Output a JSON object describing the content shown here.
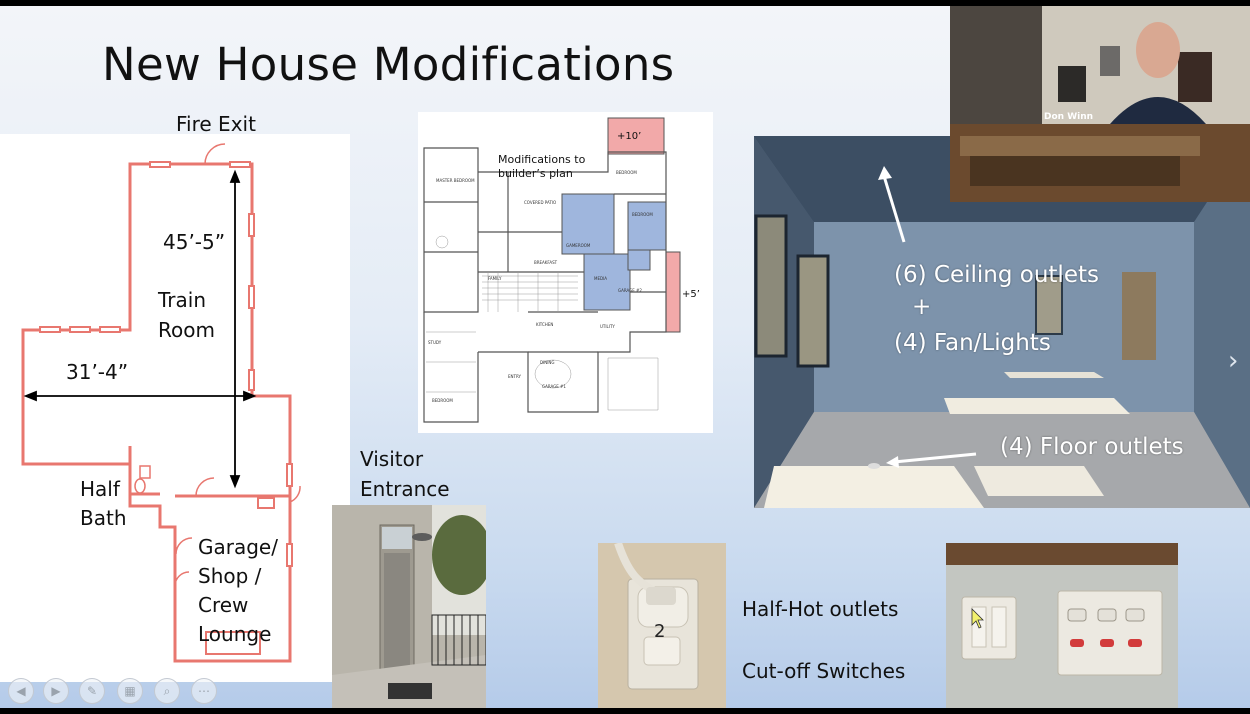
{
  "slide": {
    "title": "New House Modifications",
    "fire_exit": "Fire Exit",
    "dim_length": "45’-5”",
    "dim_width": "31’-4”",
    "train_room_1": "Train",
    "train_room_2": "Room",
    "half_bath_1": "Half",
    "half_bath_2": "Bath",
    "garage_1": "Garage/",
    "garage_2": "Shop /",
    "garage_3": "Crew",
    "garage_4": "Lounge",
    "visitor_1": "Visitor",
    "visitor_2": "Entrance",
    "builder_note_1": "Modifications to",
    "builder_note_2": "builder’s plan",
    "plus10": "+10’",
    "plus5": "+5’",
    "ceiling_outlets": "(6) Ceiling outlets",
    "plus_sign": "+",
    "fan_lights": "(4) Fan/Lights",
    "floor_outlets": "(4) Floor outlets",
    "half_hot": "Half-Hot outlets",
    "cutoff": "Cut-off Switches",
    "outlet_number": "2"
  },
  "webcam": {
    "participant_name": "Don Winn"
  },
  "colors": {
    "plan_red": "#e8776f",
    "highlight_blue": "#9fb6dd",
    "highlight_pink": "#f2a9a9"
  }
}
